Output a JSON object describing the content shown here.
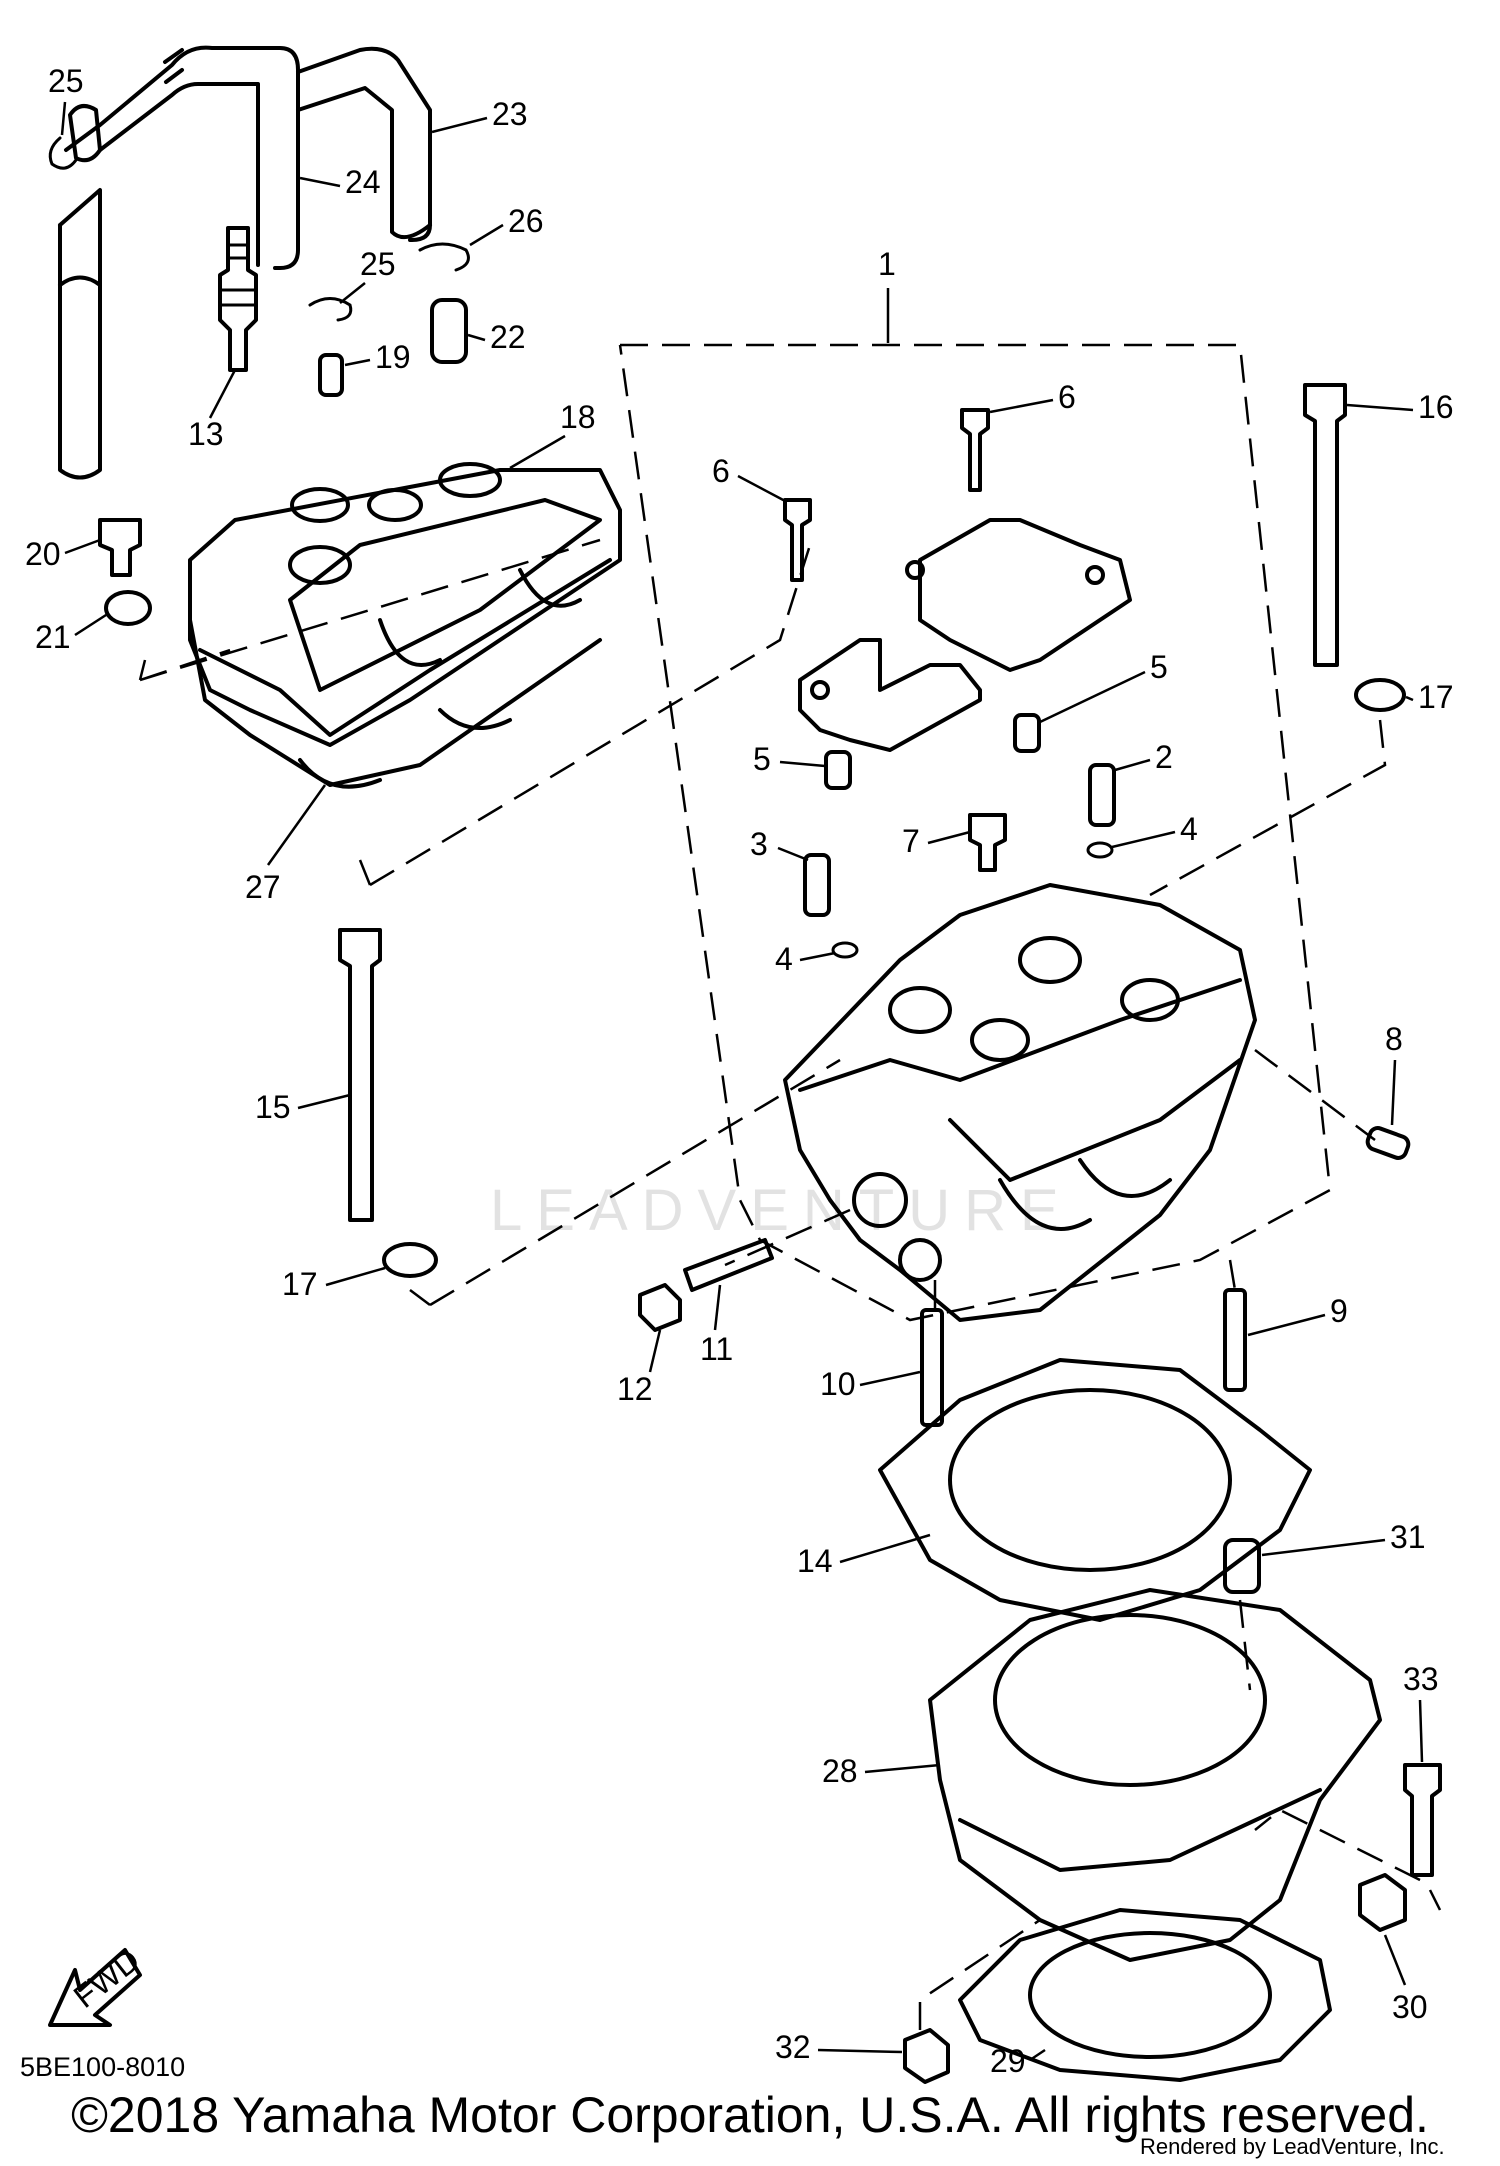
{
  "diagram": {
    "code": "5BE100-8010",
    "fwd_label": "FWD",
    "watermark": "LEADVENTURE",
    "copyright": "©2018 Yamaha Motor Corporation, U.S.A. All rights reserved.",
    "rendered_by": "Rendered by LeadVenture, Inc.",
    "callouts": [
      "1",
      "2",
      "3",
      "4",
      "4",
      "5",
      "5",
      "6",
      "6",
      "7",
      "8",
      "9",
      "10",
      "11",
      "12",
      "13",
      "14",
      "15",
      "16",
      "17",
      "17",
      "18",
      "19",
      "20",
      "21",
      "22",
      "23",
      "24",
      "25",
      "25",
      "26",
      "27",
      "28",
      "29",
      "30",
      "31",
      "32",
      "33"
    ]
  }
}
